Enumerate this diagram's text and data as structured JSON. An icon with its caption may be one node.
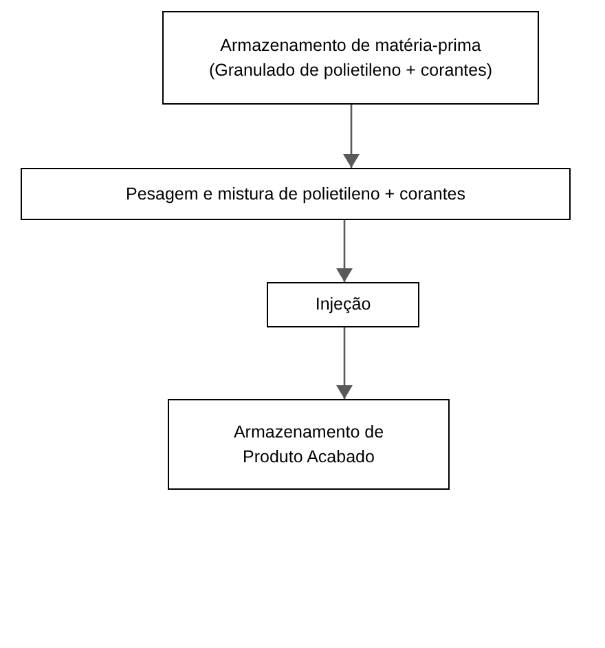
{
  "diagram": {
    "nodes": [
      {
        "text": [
          "Armazenamento de matéria-prima (Granulado de polietileno + corantes)"
        ]
      },
      {
        "text": [
          "Pesagem e mistura de polietileno + corantes"
        ]
      },
      {
        "text": [
          "Injeção"
        ]
      },
      {
        "text": [
          "Armazenamento de Produto Acabado"
        ]
      }
    ],
    "edges": [
      {
        "from": 0,
        "to": 1,
        "arrow": "to"
      },
      {
        "from": 1,
        "to": 2,
        "arrow": "to"
      },
      {
        "from": 2,
        "to": 3,
        "arrow": "to"
      }
    ]
  }
}
